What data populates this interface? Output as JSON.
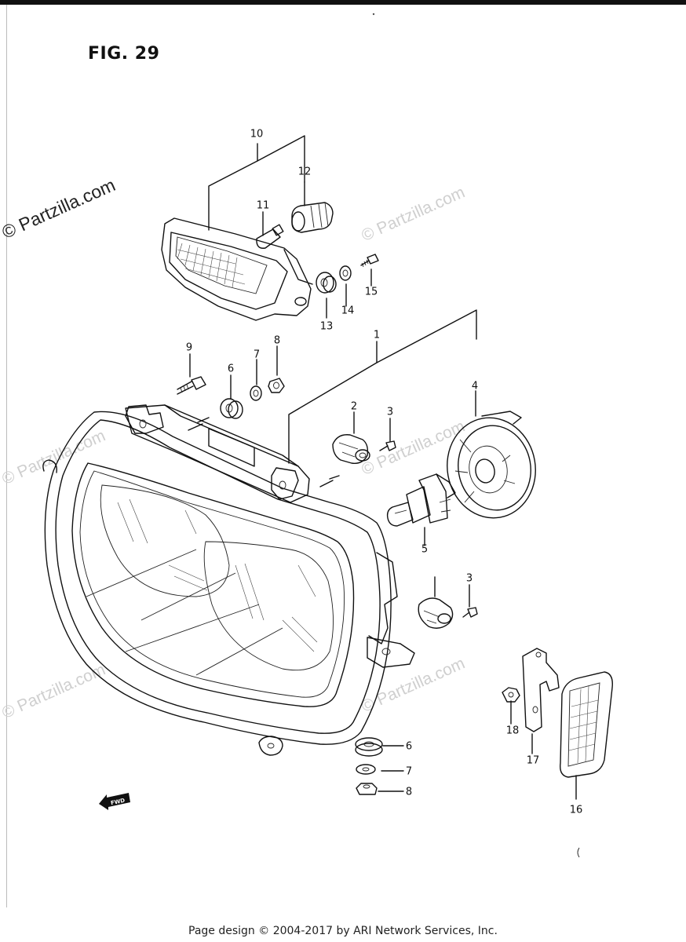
{
  "figure": {
    "title": "FIG. 29"
  },
  "watermarks": {
    "main": "© Partzilla.com",
    "faint": "© Partzilla.com"
  },
  "callouts": {
    "p1": "1",
    "p2": "2",
    "p3a": "3",
    "p3b": "3",
    "p4": "4",
    "p5": "5",
    "p6a": "6",
    "p6b": "6",
    "p7a": "7",
    "p7b": "7",
    "p8a": "8",
    "p8b": "8",
    "p9": "9",
    "p10": "10",
    "p11": "11",
    "p12": "12",
    "p13": "13",
    "p14": "14",
    "p15": "15",
    "p16": "16",
    "p17": "17",
    "p18": "18"
  },
  "fwd_label": "FWD",
  "footer": "Page design © 2004-2017 by ARI Network Services, Inc."
}
